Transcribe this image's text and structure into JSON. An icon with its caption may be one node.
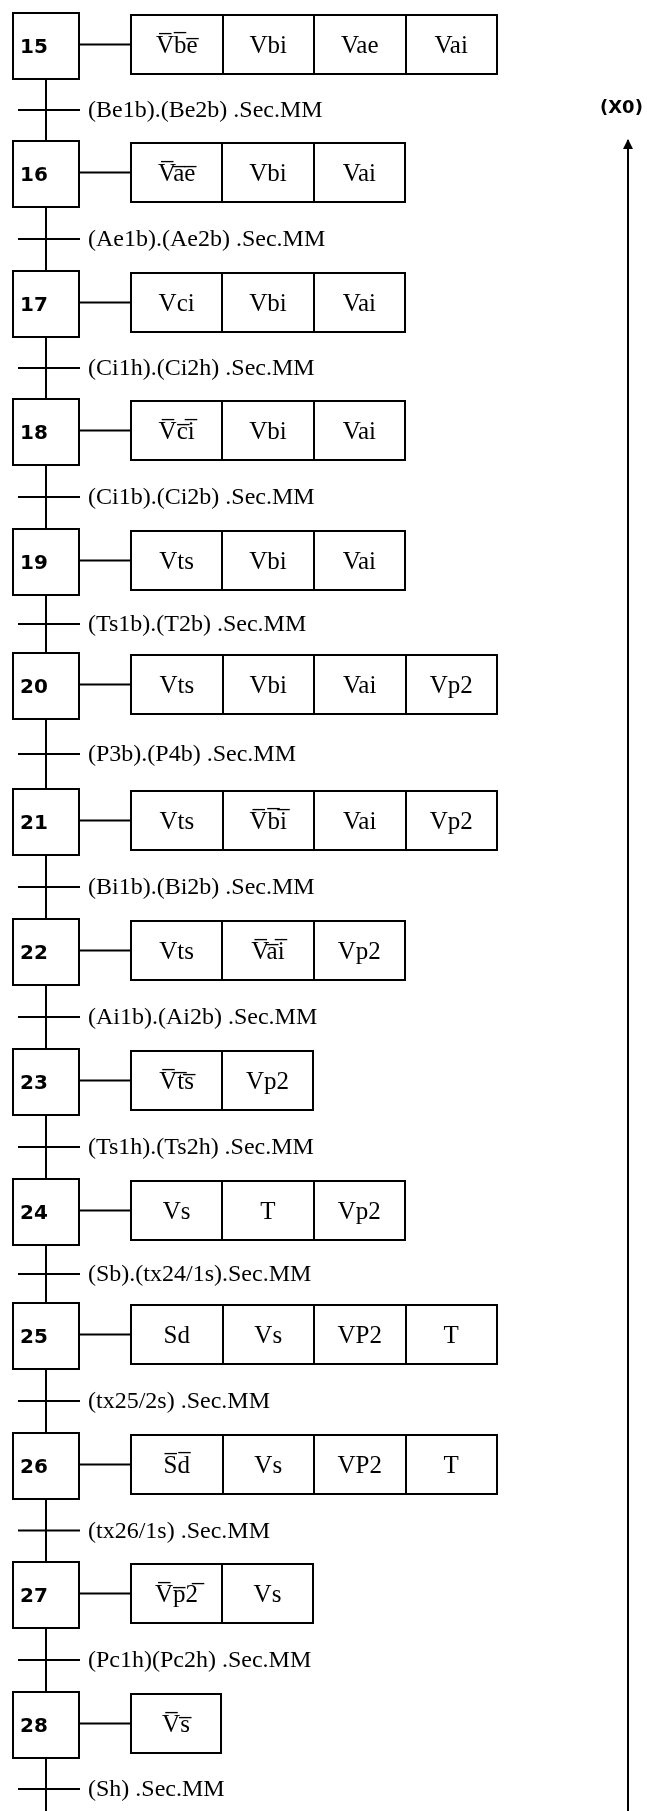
{
  "diagram": {
    "nodes": [
      {
        "text": [
          "15"
        ]
      },
      {
        "text": [
          "V̅b̅e̅",
          "Vbi",
          "Vae",
          "Vai"
        ]
      },
      {
        "text": [
          "16"
        ]
      },
      {
        "text": [
          "V̅a̅e̅",
          "Vbi",
          "Vai"
        ]
      },
      {
        "text": [
          "17"
        ]
      },
      {
        "text": [
          "Vci",
          "Vbi",
          "Vai"
        ]
      },
      {
        "text": [
          "18"
        ]
      },
      {
        "text": [
          "V̅c̅i̅",
          "Vbi",
          "Vai"
        ]
      },
      {
        "text": [
          "19"
        ]
      },
      {
        "text": [
          "Vts",
          "Vbi",
          "Vai"
        ]
      },
      {
        "text": [
          "20"
        ]
      },
      {
        "text": [
          "Vts",
          "Vbi",
          "Vai",
          "Vp2"
        ]
      },
      {
        "text": [
          "21"
        ]
      },
      {
        "text": [
          "Vts",
          "V̅b̅i̅",
          "Vai",
          "Vp2"
        ]
      },
      {
        "text": [
          "22"
        ]
      },
      {
        "text": [
          "Vts",
          "V̅a̅i̅",
          "Vp2"
        ]
      },
      {
        "text": [
          "23"
        ]
      },
      {
        "text": [
          "V̅t̅s̅",
          "Vp2"
        ]
      },
      {
        "text": [
          "24"
        ]
      },
      {
        "text": [
          "Vs",
          "T",
          "Vp2"
        ]
      },
      {
        "text": [
          "25"
        ]
      },
      {
        "text": [
          "Sd",
          "Vs",
          "VP2",
          "T"
        ]
      },
      {
        "text": [
          "26"
        ]
      },
      {
        "text": [
          "S̅d̅",
          "Vs",
          "VP2",
          "T"
        ]
      },
      {
        "text": [
          "27"
        ]
      },
      {
        "text": [
          "V̅p̅2̅",
          "Vs"
        ]
      },
      {
        "text": [
          "28"
        ]
      },
      {
        "text": [
          "V̅s̅"
        ]
      },
      {
        "text": [
          "(X0)"
        ]
      }
    ],
    "edges": [
      {
        "from": 0,
        "to": 1,
        "arrow": "none"
      },
      {
        "from": 0,
        "to": 2,
        "arrow": "none",
        "label": "(Be1b).(Be2b) .Sec.MM"
      },
      {
        "from": 2,
        "to": 3,
        "arrow": "none"
      },
      {
        "from": 2,
        "to": 4,
        "arrow": "none",
        "label": "(Ae1b).(Ae2b) .Sec.MM"
      },
      {
        "from": 4,
        "to": 5,
        "arrow": "none"
      },
      {
        "from": 4,
        "to": 6,
        "arrow": "none",
        "label": "(Ci1h).(Ci2h) .Sec.MM"
      },
      {
        "from": 6,
        "to": 7,
        "arrow": "none"
      },
      {
        "from": 6,
        "to": 8,
        "arrow": "none",
        "label": "(Ci1b).(Ci2b) .Sec.MM"
      },
      {
        "from": 8,
        "to": 9,
        "arrow": "none"
      },
      {
        "from": 8,
        "to": 10,
        "arrow": "none",
        "label": "(Ts1b).(T2b) .Sec.MM"
      },
      {
        "from": 10,
        "to": 11,
        "arrow": "none"
      },
      {
        "from": 10,
        "to": 12,
        "arrow": "none",
        "label": "(P3b).(P4b) .Sec.MM"
      },
      {
        "from": 12,
        "to": 13,
        "arrow": "none"
      },
      {
        "from": 12,
        "to": 14,
        "arrow": "none",
        "label": "(Bi1b).(Bi2b) .Sec.MM"
      },
      {
        "from": 14,
        "to": 15,
        "arrow": "none"
      },
      {
        "from": 14,
        "to": 16,
        "arrow": "none",
        "label": "(Ai1b).(Ai2b) .Sec.MM"
      },
      {
        "from": 16,
        "to": 17,
        "arrow": "none"
      },
      {
        "from": 16,
        "to": 18,
        "arrow": "none",
        "label": "(Ts1h).(Ts2h) .Sec.MM"
      },
      {
        "from": 18,
        "to": 19,
        "arrow": "none"
      },
      {
        "from": 18,
        "to": 20,
        "arrow": "none",
        "label": "(Sb).(tx24/1s).Sec.MM"
      },
      {
        "from": 20,
        "to": 21,
        "arrow": "none"
      },
      {
        "from": 20,
        "to": 22,
        "arrow": "none",
        "label": "(tx25/2s) .Sec.MM"
      },
      {
        "from": 22,
        "to": 23,
        "arrow": "none"
      },
      {
        "from": 22,
        "to": 24,
        "arrow": "none",
        "label": "(tx26/1s) .Sec.MM"
      },
      {
        "from": 24,
        "to": 25,
        "arrow": "none"
      },
      {
        "from": 24,
        "to": 26,
        "arrow": "none",
        "label": "(Pc1h)(Pc2h) .Sec.MM"
      },
      {
        "from": 26,
        "to": 27,
        "arrow": "none"
      },
      {
        "from": 26,
        "to": null,
        "arrow": "none",
        "label": "(Sh) .Sec.MM"
      },
      {
        "from": null,
        "to": 28,
        "arrow": "to"
      }
    ]
  }
}
